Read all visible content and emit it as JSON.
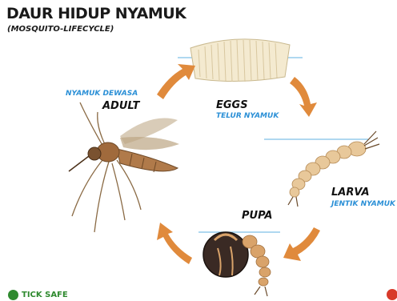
{
  "header": {
    "title": "DAUR HIDUP NYAMUK",
    "subtitle": "(MOSQUITO-LIFECYCLE)"
  },
  "stages": {
    "adult": {
      "label": "ADULT",
      "local_label": "NYAMUK DEWASA"
    },
    "eggs": {
      "label": "EGGS",
      "local_label": "TELUR NYAMUK"
    },
    "larva": {
      "label": "LARVA",
      "local_label": "JENTIK NYAMUK"
    },
    "pupa": {
      "label": "PUPA"
    }
  },
  "footer": {
    "brand": "TICK SAFE"
  },
  "colors": {
    "arrow": "#e08a3c",
    "blue_label": "#2a8fd6",
    "water_line": "#7fc0e8",
    "mosquito_body": "#b07a4a",
    "larva_body": "#e8c89a",
    "pupa_body": "#d9a36a"
  },
  "icons": [
    "cycle-arrow-icon",
    "tick-safe-logo-icon"
  ]
}
